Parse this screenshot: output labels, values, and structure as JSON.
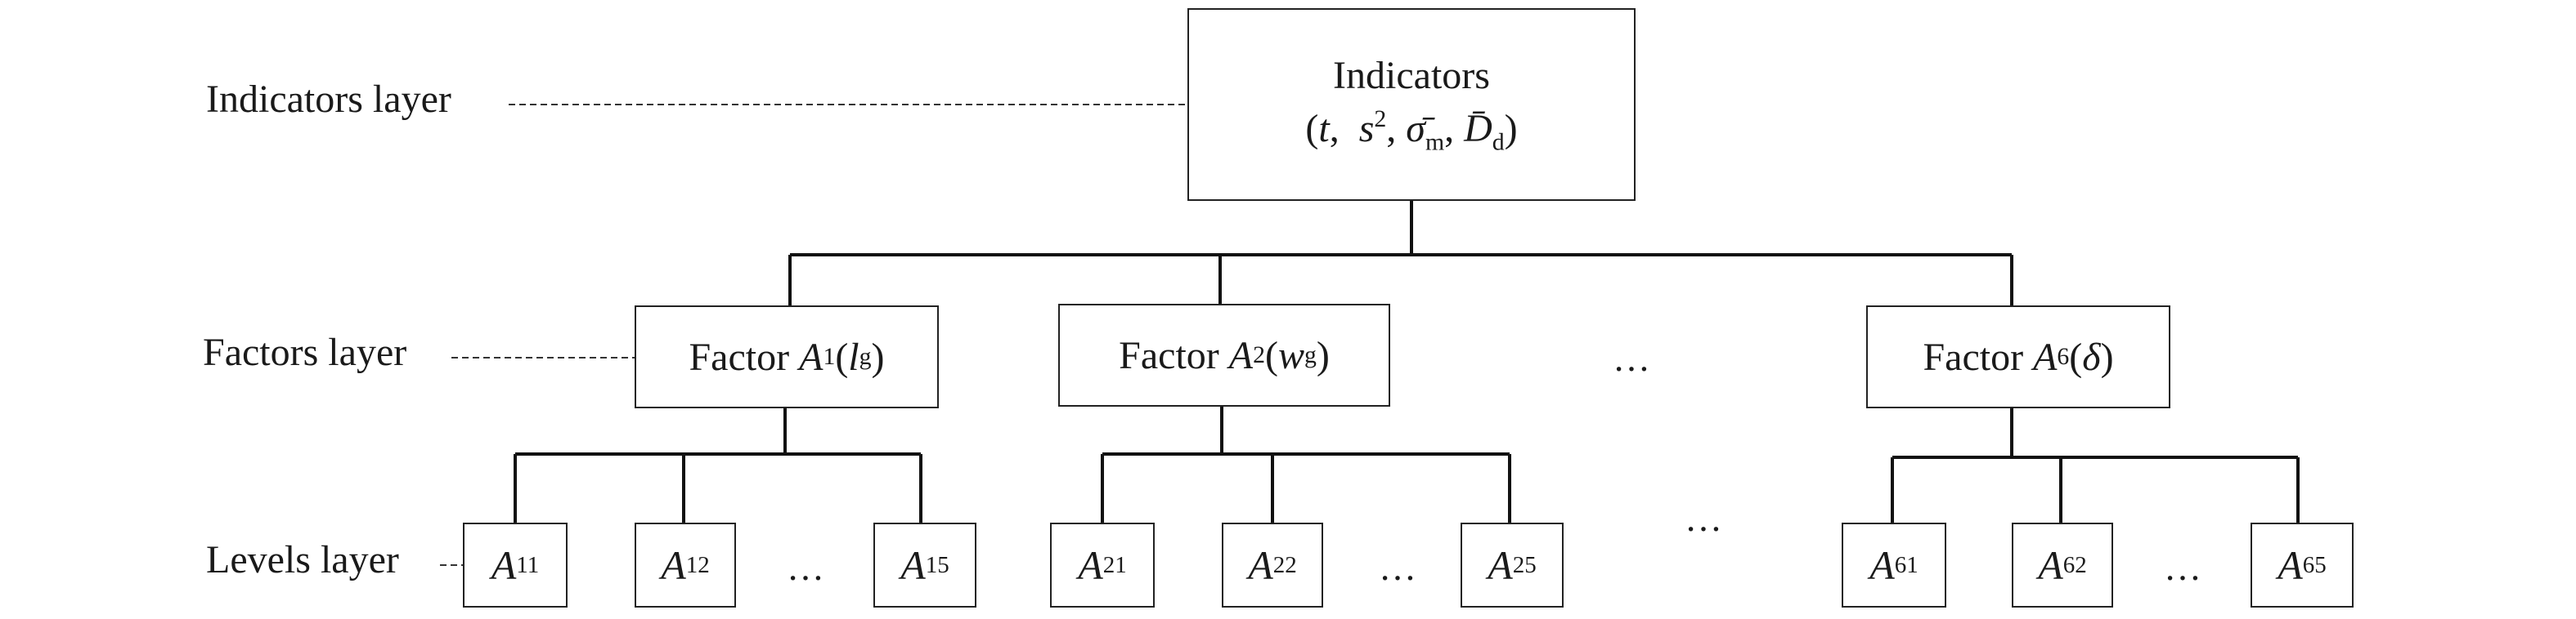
{
  "layers": {
    "indicators": "Indicators layer",
    "factors": "Factors layer",
    "levels": "Levels layer"
  },
  "root": {
    "title": "Indicators",
    "vars": [
      "t",
      "s",
      "σ̄",
      "D̄"
    ],
    "s_sup": "2",
    "sigma_sub": "m",
    "d_sub": "d"
  },
  "factors": [
    {
      "prefix": "Factor",
      "name": "A",
      "idx": "1",
      "arg": "l",
      "arg_sub": "g"
    },
    {
      "prefix": "Factor",
      "name": "A",
      "idx": "2",
      "arg": "w",
      "arg_sub": "g"
    },
    {
      "prefix": "Factor",
      "name": "A",
      "idx": "6",
      "arg": "δ",
      "arg_sub": ""
    }
  ],
  "levels": [
    [
      "11",
      "12",
      "15"
    ],
    [
      "21",
      "22",
      "25"
    ],
    [
      "61",
      "62",
      "65"
    ]
  ],
  "level_letter": "A",
  "ellipsis": "…"
}
